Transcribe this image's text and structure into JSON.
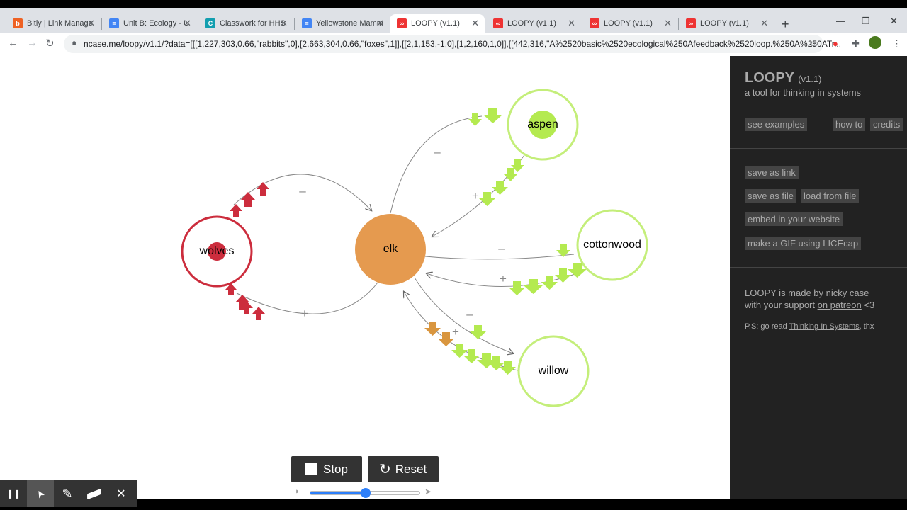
{
  "browser": {
    "tabs": [
      {
        "title": "Bitly | Link Manage",
        "color": "#ee6123",
        "glyph": "b"
      },
      {
        "title": "Unit B: Ecology - U",
        "color": "#4285f4",
        "glyph": "≡"
      },
      {
        "title": "Classwork for HHS",
        "color": "#129eaf",
        "glyph": "C"
      },
      {
        "title": "Yellowstone Mamm",
        "color": "#4285f4",
        "glyph": "≡"
      },
      {
        "title": "LOOPY (v1.1)",
        "color": "#e33",
        "glyph": "∞"
      },
      {
        "title": "LOOPY (v1.1)",
        "color": "#e33",
        "glyph": "∞"
      },
      {
        "title": "LOOPY (v1.1)",
        "color": "#e33",
        "glyph": "∞"
      },
      {
        "title": "LOOPY (v1.1)",
        "color": "#e33",
        "glyph": "∞"
      }
    ],
    "active_tab": 4,
    "close_glyph": "✕",
    "new_tab_glyph": "+",
    "minimize": "—",
    "maximize": "❐",
    "close": "✕",
    "url": "ncase.me/loopy/v1.1/?data=[[[1,227,303,0.66,\"rabbits\",0],[2,663,304,0.66,\"foxes\",1]],[[2,1,153,-1,0],[1,2,160,1,0]],[[442,316,\"A%2520basic%2520ecological%250Afeedback%2520loop.%250A%250ATr..."
  },
  "nodes": [
    {
      "id": "wolves",
      "label": "wolves",
      "color": "#cc2d3d"
    },
    {
      "id": "elk",
      "label": "elk",
      "color": "#e59a4f"
    },
    {
      "id": "aspen",
      "label": "aspen",
      "color": "#b4ea50"
    },
    {
      "id": "cottonwood",
      "label": "cottonwood",
      "color": "#b4ea50"
    },
    {
      "id": "willow",
      "label": "willow",
      "color": "#b4ea50"
    }
  ],
  "edge_signs": {
    "wolves_elk": "–",
    "elk_wolves": "+",
    "aspen_elk_neg": "–",
    "aspen_elk_pos": "+",
    "cottonwood_neg": "–",
    "cottonwood_pos": "+",
    "willow_neg": "–",
    "willow_pos": "+"
  },
  "controls": {
    "stop_label": "Stop",
    "reset_label": "Reset",
    "reset_icon": "↻",
    "speed": 0.5,
    "accent": "#2d7ff9"
  },
  "tools": [
    {
      "name": "pause-icon",
      "glyph": "❚❚"
    },
    {
      "name": "cursor-icon",
      "glyph": "➤"
    },
    {
      "name": "pencil-icon",
      "glyph": "✎"
    },
    {
      "name": "eraser-icon",
      "glyph": "▰"
    },
    {
      "name": "close-icon",
      "glyph": "✕"
    }
  ],
  "sidebar": {
    "title": "LOOPY",
    "version": "(v1.1)",
    "subtitle": "a tool for thinking in systems",
    "see_examples": "see examples",
    "how_to": "how to",
    "credits": "credits",
    "save_link": "save as link",
    "save_file": "save as file",
    "load_file": "load from file",
    "embed": "embed in your website",
    "gif": "make a GIF using LICEcap",
    "madeby_loopy": "LOOPY",
    "madeby_mid": " is made by ",
    "madeby_author": "nicky case",
    "support_pre": "with your support ",
    "support_link": "on patreon",
    "support_post": " <3",
    "ps_pre": "P.S: go read ",
    "ps_link": "Thinking In Systems",
    "ps_post": ", thx"
  }
}
